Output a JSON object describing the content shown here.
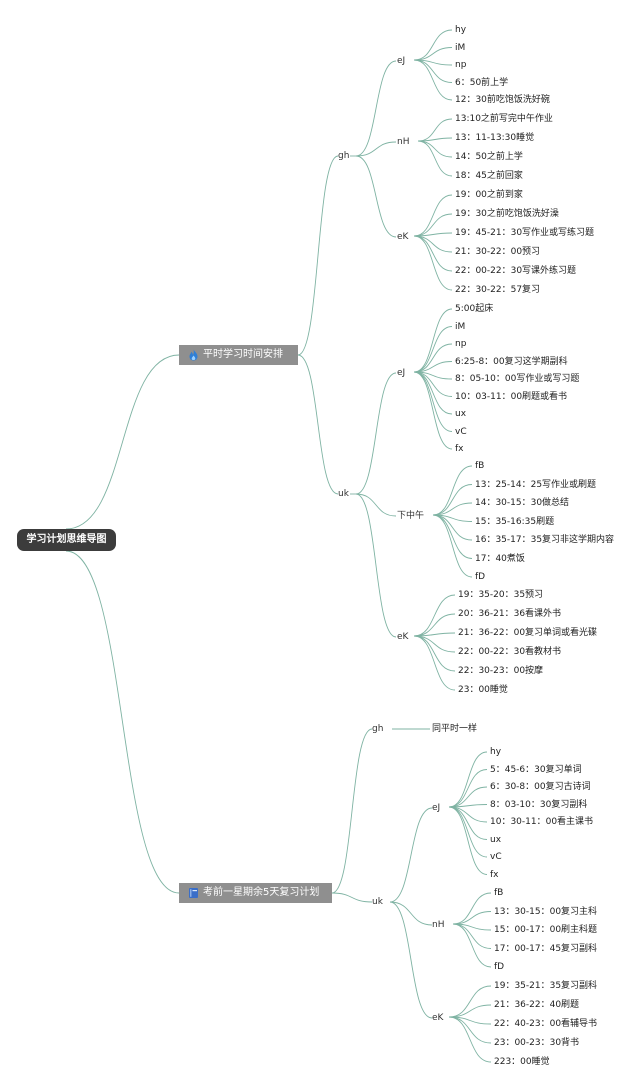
{
  "colors": {
    "line": "#7fb3a3",
    "root_bg": "#3c3c3c",
    "main_bg": "#8f8f8f",
    "flame": "#2f7fd6",
    "book": "#3a6ec8"
  },
  "root": "学习计划思维导图",
  "main1": {
    "title": "平时学习时间安排",
    "icon": "flame-icon"
  },
  "main2": {
    "title": "考前一星期余5天复习计划",
    "icon": "book-icon"
  },
  "b": {
    "m1gh": "gh",
    "m1uk": "uk",
    "m1gh_eJ": "eJ",
    "m1gh_nH": "nH",
    "m1gh_eK": "eK",
    "m1uk_eJ": "eJ",
    "m1uk_xzw": "下中午",
    "m1uk_eK": "eK",
    "m2gh": "gh",
    "m2gh_leaf": "同平时一样",
    "m2uk": "uk",
    "m2uk_eJ": "eJ",
    "m2uk_nH": "nH",
    "m2uk_eK": "eK"
  },
  "leaves": {
    "g1": [
      "hy",
      "iM",
      "np",
      "6：50前上学",
      "12：30前吃饱饭洗好碗"
    ],
    "g2": [
      "13:10之前写完中午作业",
      "13：11-13:30睡觉",
      "14：50之前上学",
      "18：45之前回家"
    ],
    "g3": [
      "19：00之前到家",
      "19：30之前吃饱饭洗好澡",
      "19：45-21：30写作业或写练习题",
      "21：30-22：00预习",
      "22：00-22：30写课外练习题",
      "22：30-22：57复习"
    ],
    "g4": [
      "5:00起床",
      "iM",
      "np",
      "6:25-8：00复习这学期副科",
      "8：05-10：00写作业或写习题",
      "10：03-11：00刷题或看书",
      "ux",
      "vC",
      "fx"
    ],
    "g5": [
      "fB",
      "13：25-14：25写作业或刷题",
      "14：30-15：30做总结",
      "15：35-16:35刷题",
      "16：35-17：35复习非这学期内容",
      "17：40煮饭",
      "fD"
    ],
    "g6": [
      "19：35-20：35预习",
      "20：36-21：36看课外书",
      "21：36-22：00复习单词或看光碟",
      "22：00-22：30看教材书",
      "22：30-23：00按摩",
      "23：00睡觉"
    ],
    "g7": [
      "hy",
      "5：45-6：30复习单词",
      "6：30-8：00复习古诗词",
      "8：03-10：30复习副科",
      "10：30-11：00看主课书",
      "ux",
      "vC",
      "fx"
    ],
    "g8": [
      "fB",
      "13：30-15：00复习主科",
      "15：00-17：00刷主科题",
      "17：00-17：45复习副科",
      "fD"
    ],
    "g9": [
      "19：35-21：35复习副科",
      "21：36-22：40刷题",
      "22：40-23：00看辅导书",
      "23：00-23：30背书",
      "223：00睡觉"
    ]
  }
}
